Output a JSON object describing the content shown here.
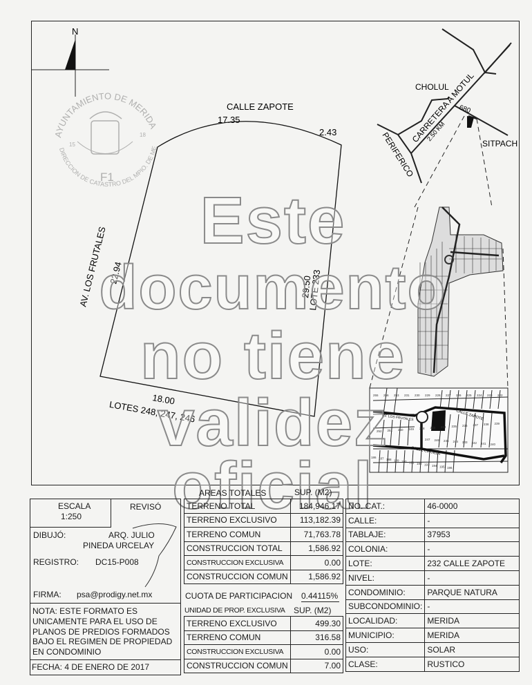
{
  "plan": {
    "north_label": "N",
    "street_top": "CALLE ZAPOTE",
    "dim_top": "17.35",
    "dim_top_right": "2.43",
    "street_left": "AV. LOS FRUTALES",
    "dim_left": "22.94",
    "dim_right": "29.50",
    "neighbor_right": "LOTE 233",
    "dim_bottom": "18.00",
    "neighbor_bottom": "LOTES 248, 247, 246"
  },
  "seal": {
    "top_text": "AYUNTAMIENTO DE MERIDA",
    "bottom_text": "DIRECCION DE CATASTRO DEL MPIO. DE MERIDA",
    "left_num": "15",
    "right_num": "18",
    "code": "F1"
  },
  "location_map": {
    "town_1": "CHOLUL",
    "road": "CARRETERA A MOTUL",
    "distance": "2.50 KM",
    "ring_road": "PERIFERICO",
    "road_number": "680",
    "town_2": "SITPACH"
  },
  "detail_map": {
    "street_1": "CALLE ZAPOTE",
    "street_2": "CALLE CIRUELA",
    "street_3": "AV. LOS FRUTALES",
    "lots_top": [
      "255",
      "256",
      "253",
      "231",
      "230",
      "229",
      "228",
      "227",
      "226",
      "225",
      "224",
      "223",
      "222"
    ],
    "lots_mid": [
      "252",
      "251",
      "250",
      "249",
      "248",
      "233",
      "234",
      "235",
      "236",
      "237",
      "238",
      "239"
    ],
    "lots_low": [
      "247",
      "246",
      "245",
      "244",
      "243",
      "242",
      "241",
      "240"
    ],
    "lots_bottom": [
      "186",
      "187",
      "188",
      "189",
      "190",
      "191",
      "192",
      "193",
      "194",
      "195",
      "196"
    ]
  },
  "watermark": [
    "Este",
    "documento",
    "no tiene",
    "validez",
    "oficial"
  ],
  "title_block": {
    "escala_label": "ESCALA",
    "escala_value": "1:250",
    "reviso_label": "REVISÓ",
    "dibujo_label": "DIBUJÓ:",
    "dibujo_value_1": "ARQ. JULIO",
    "dibujo_value_2": "PINEDA URCELAY",
    "registro_label": "REGISTRO:",
    "registro_value": "DC15-P008",
    "firma_label": "FIRMA:",
    "firma_value": "psa@prodigy.net.mx",
    "nota": "NOTA: ESTE FORMATO ES UNICAMENTE PARA EL USO DE PLANOS DE PREDIOS FORMADOS BAJO EL REGIMEN DE PROPIEDAD EN CONDOMINIO",
    "fecha": "FECHA: 4 DE ENERO DE 2017"
  },
  "areas_totales": {
    "header": "AREAS TOTALES",
    "unit_header": "SUP. (M2)",
    "rows": [
      {
        "label": "TERRENO TOTAL",
        "value": "184,946.17"
      },
      {
        "label": "TERRENO EXCLUSIVO",
        "value": "113,182.39"
      },
      {
        "label": "TERRENO COMUN",
        "value": "71,763.78"
      },
      {
        "label": "CONSTRUCCION TOTAL",
        "value": "1,586.92"
      },
      {
        "label": "CONSTRUCCION EXCLUSIVA",
        "value": "0.00"
      },
      {
        "label": "CONSTRUCCION COMUN",
        "value": "1,586.92"
      }
    ]
  },
  "cuota": {
    "label": "CUOTA DE PARTICIPACION",
    "value": "0.44115%"
  },
  "unidad": {
    "header": "UNIDAD DE PROP. EXCLUSIVA",
    "unit_header": "SUP. (M2)",
    "rows": [
      {
        "label": "TERRENO EXCLUSIVO",
        "value": "499.30"
      },
      {
        "label": "TERRENO COMUN",
        "value": "316.58"
      },
      {
        "label": "CONSTRUCCION EXCLUSIVA",
        "value": "0.00"
      },
      {
        "label": "CONSTRUCCION COMUN",
        "value": "7.00"
      }
    ]
  },
  "property": [
    {
      "label": "NO. CAT.:",
      "value": "46-0000"
    },
    {
      "label": "CALLE:",
      "value": "-"
    },
    {
      "label": "TABLAJE:",
      "value": "37953"
    },
    {
      "label": "COLONIA:",
      "value": "-"
    },
    {
      "label": "LOTE:",
      "value": "232 CALLE ZAPOTE"
    },
    {
      "label": "NIVEL:",
      "value": "-"
    },
    {
      "label": "CONDOMINIO:",
      "value": "PARQUE NATURA"
    },
    {
      "label": "SUBCONDOMINIO:",
      "value": "-"
    },
    {
      "label": "LOCALIDAD:",
      "value": "MERIDA"
    },
    {
      "label": "MUNICIPIO:",
      "value": "MERIDA"
    },
    {
      "label": "USO:",
      "value": "SOLAR"
    },
    {
      "label": "CLASE:",
      "value": "RUSTICO"
    }
  ]
}
